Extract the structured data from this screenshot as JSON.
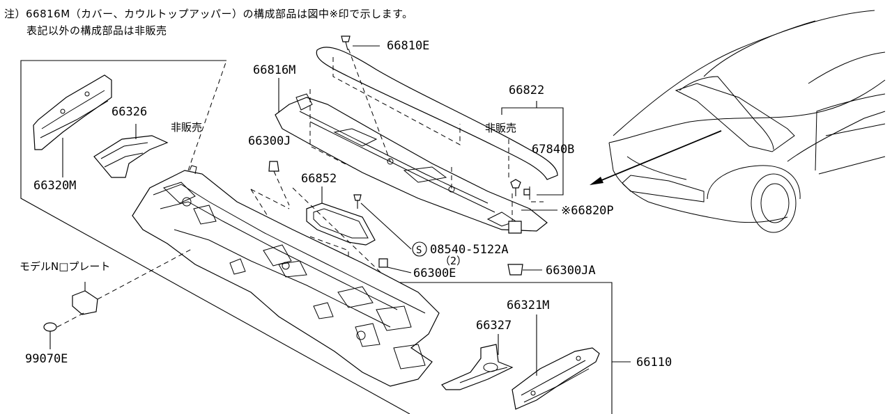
{
  "notes": {
    "line1": "注）66816M（カバー、カウルトップアッパー）の構成部品は図中※印で示します。",
    "line2": "表記以外の構成部品は非販売"
  },
  "labels": {
    "p66810E": "66810E",
    "p66816M": "66816M",
    "p66822": "66822",
    "nonsale_right": "非販売",
    "p67840B": "67840B",
    "p66820P": "※66820P",
    "p66326": "66326",
    "nonsale_left": "非販売",
    "p66300J": "66300J",
    "p66320M": "66320M",
    "p66852": "66852",
    "p08540": "08540-5122A",
    "p08540_qty": "（2）",
    "p66300E": "66300E",
    "p66300JA": "66300JA",
    "model_plate": "モデルN□プレート",
    "p99070E": "99070E",
    "p66321M": "66321M",
    "p66327": "66327",
    "p66110": "66110"
  },
  "icons": {
    "screw_symbol": "S"
  },
  "colors": {
    "line": "#000000",
    "background": "#ffffff"
  }
}
